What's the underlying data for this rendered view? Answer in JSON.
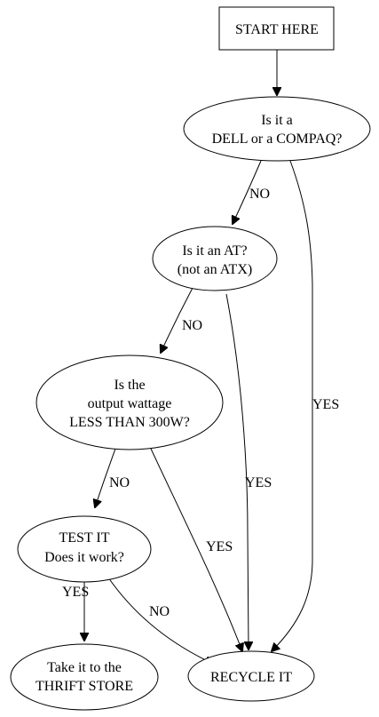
{
  "nodes": {
    "start": {
      "lines": [
        "START HERE"
      ]
    },
    "dell_compaq": {
      "lines": [
        "Is it a",
        "DELL or a COMPAQ?"
      ]
    },
    "is_at": {
      "lines": [
        "Is it an AT?",
        "(not an ATX)"
      ]
    },
    "wattage": {
      "lines": [
        "Is the",
        "output wattage",
        "LESS THAN 300W?"
      ]
    },
    "test_it": {
      "lines": [
        "TEST IT",
        "Does it work?"
      ]
    },
    "thrift": {
      "lines": [
        "Take it to the",
        "THRIFT STORE"
      ]
    },
    "recycle": {
      "lines": [
        "RECYCLE IT"
      ]
    }
  },
  "edges": {
    "dell_no": "NO",
    "dell_yes": "YES",
    "at_no": "NO",
    "at_yes": "YES",
    "watt_no": "NO",
    "watt_yes": "YES",
    "test_yes": "YES",
    "test_no": "NO"
  }
}
